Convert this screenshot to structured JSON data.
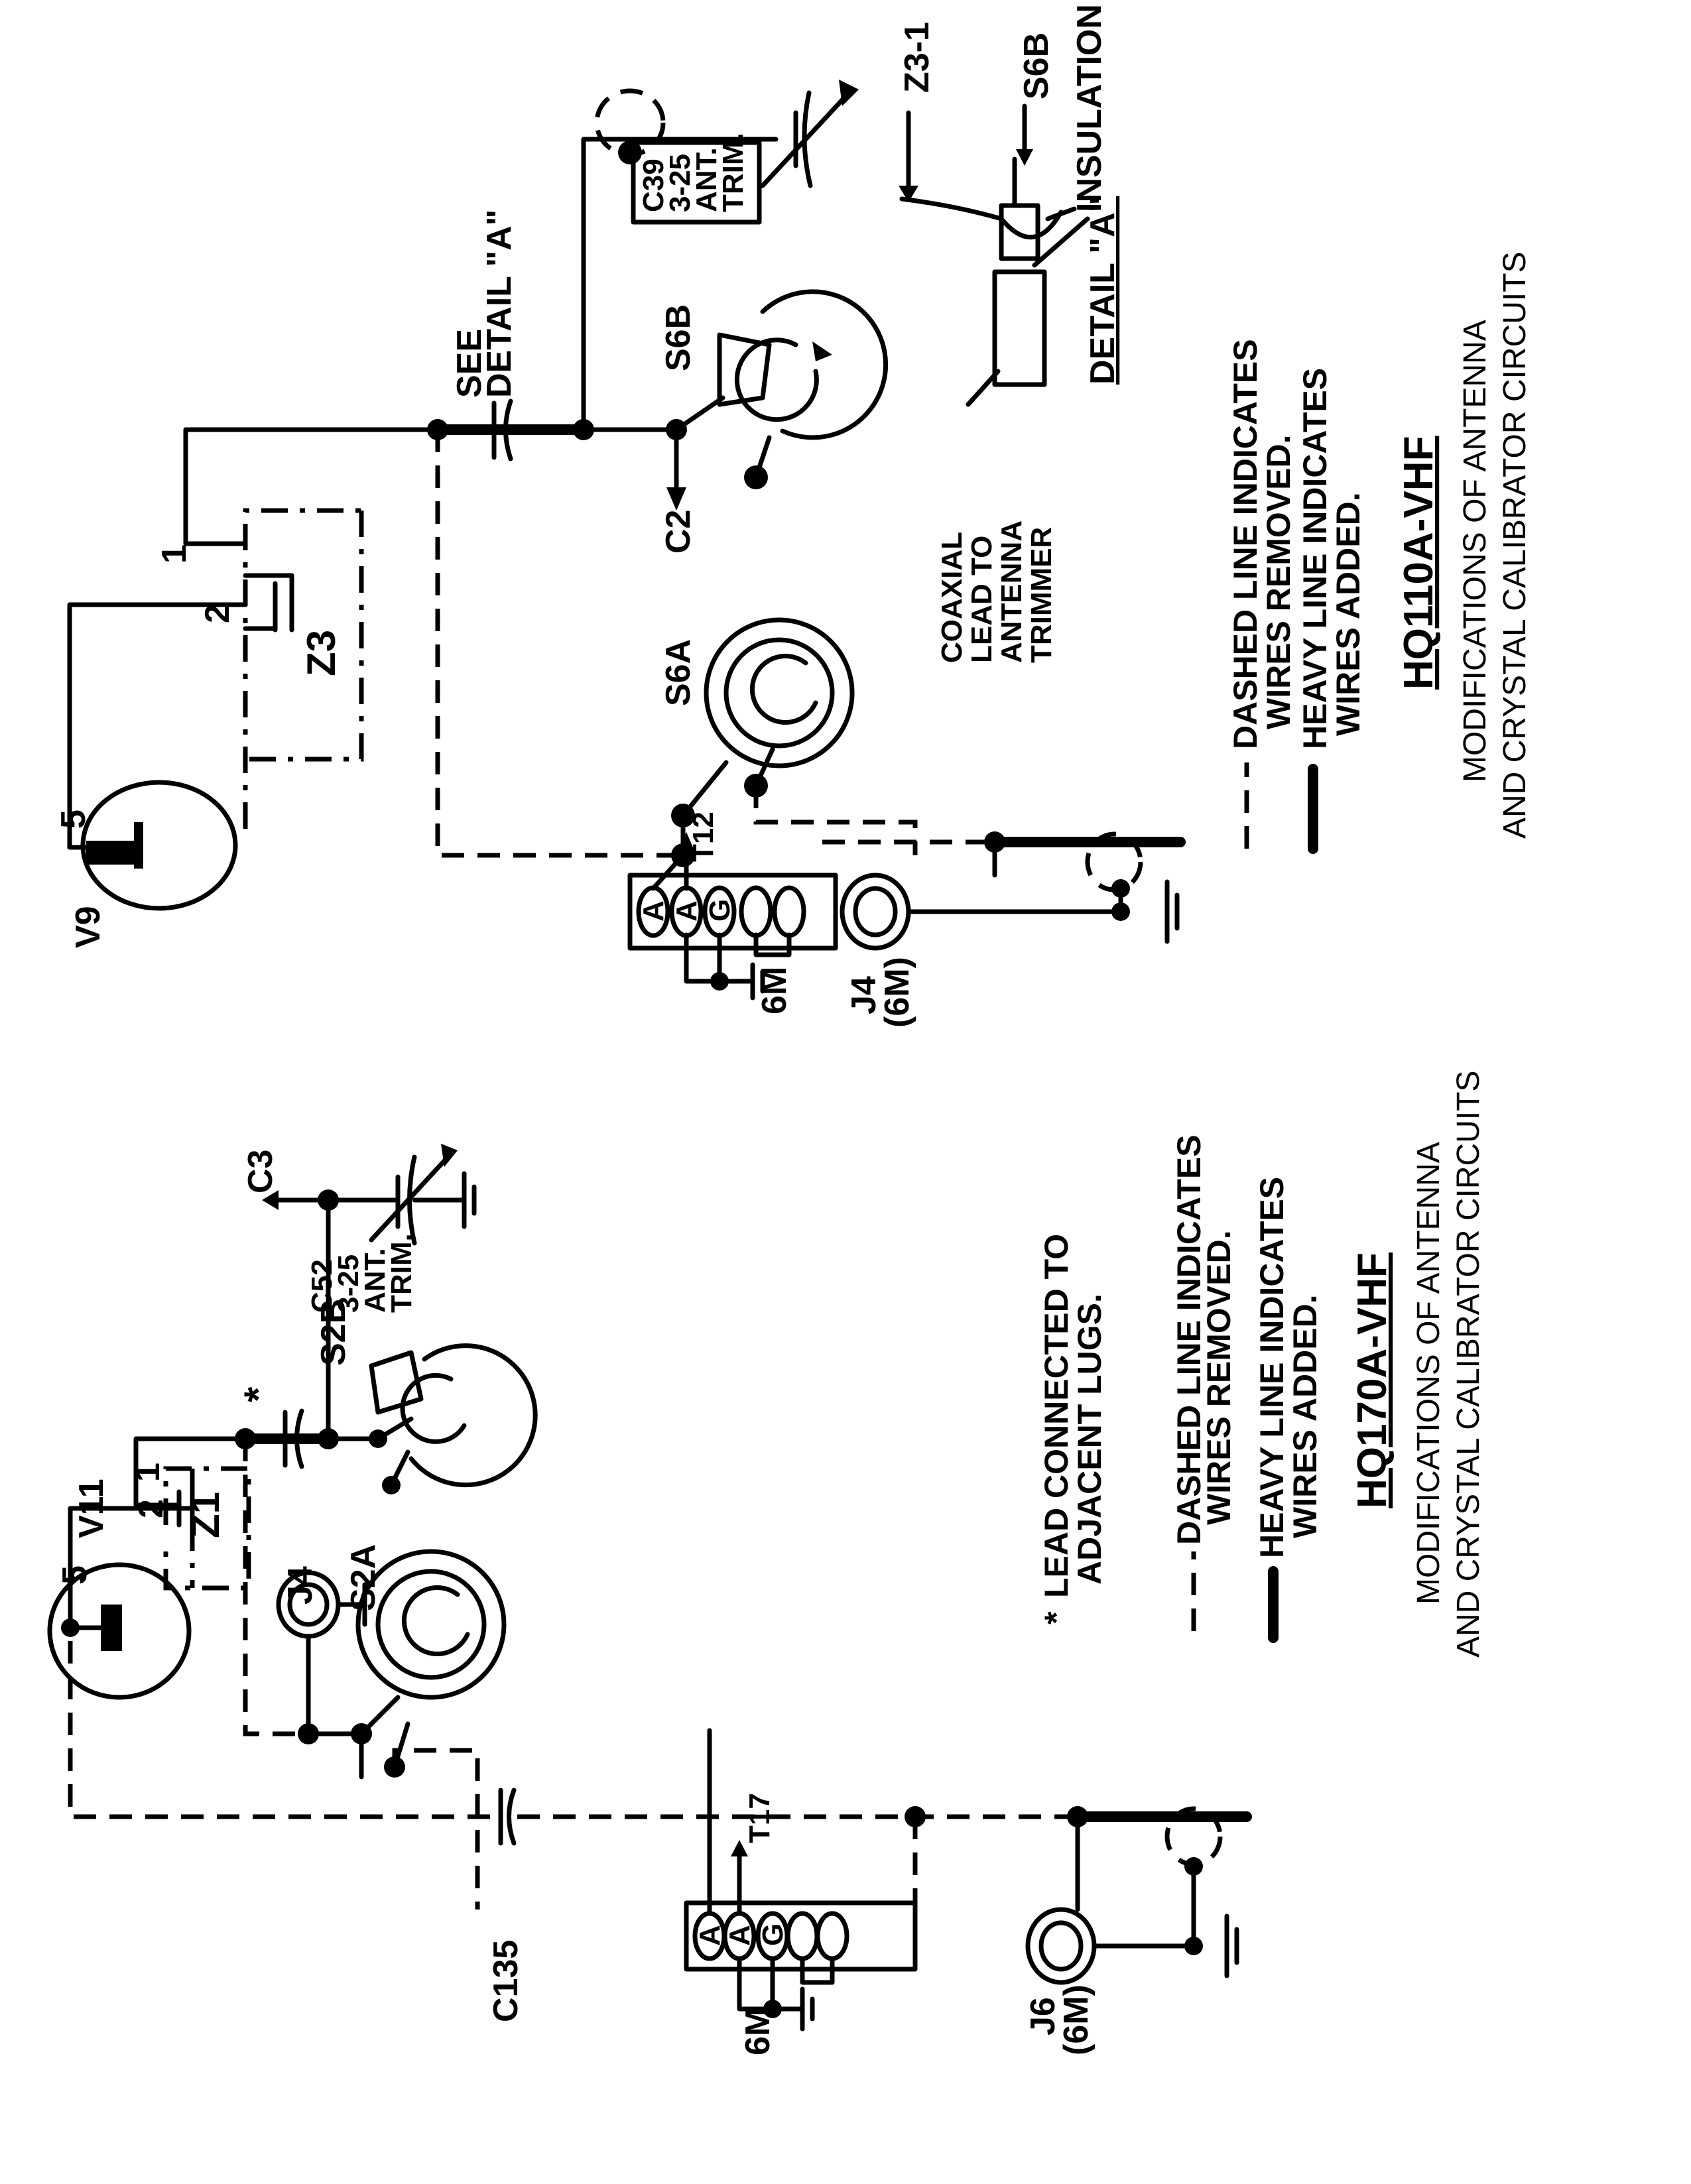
{
  "document": {
    "orientation_note": "rotated 90 degrees counter-clockwise",
    "ink_color": "#000000",
    "paper_color": "#ffffff"
  },
  "hq110a": {
    "title": "HQ110A-VHF",
    "subtitle_1": "MODIFICATIONS OF ANTENNA",
    "subtitle_2": "AND CRYSTAL CALIBRATOR CIRCUITS",
    "legend": {
      "dashed_1": "DASHED LINE INDICATES",
      "dashed_2": "WIRES REMOVED.",
      "heavy_1": "HEAVY LINE INDICATES",
      "heavy_2": "WIRES ADDED."
    },
    "components": {
      "tube": "V9",
      "tube_pin": "5",
      "crystal": "Z3",
      "crystal_pin1": "1",
      "crystal_pin2": "2",
      "see_detail_1": "SEE",
      "see_detail_2": "DETAIL \"A\"",
      "trimmer_1": "C39",
      "trimmer_2": "3-25",
      "trimmer_3": "ANT.",
      "trimmer_4": "TRIM.",
      "switch_b": "S6B",
      "switch_a": "S6A",
      "cap_ref": "C2",
      "terminal": "T12",
      "term_a1": "A",
      "term_a2": "A",
      "term_g": "G",
      "band": "6M",
      "jack_1": "J4",
      "jack_2": "(6M)"
    },
    "detail": {
      "title": "DETAIL \"A\"",
      "z3": "Z3-1",
      "s6b": "S6B",
      "insulation": "INSULATION",
      "coax_1": "COAXIAL",
      "coax_2": "LEAD TO",
      "coax_3": "ANTENNA",
      "coax_4": "TRIMMER"
    }
  },
  "hq170a": {
    "title": "HQ170A-VHF",
    "subtitle_1": "MODIFICATIONS OF ANTENNA",
    "subtitle_2": "AND CRYSTAL CALIBRATOR CIRCUITS",
    "legend": {
      "asterisk": "*",
      "lead_1": "LEAD CONNECTED TO",
      "lead_2": "ADJACENT LUGS.",
      "dashed_1": "DASHED LINE INDICATES",
      "dashed_2": "WIRES REMOVED.",
      "heavy_1": "HEAVY LINE INDICATES",
      "heavy_2": "WIRES ADDED."
    },
    "components": {
      "tube": "V11",
      "tube_pin": "5",
      "crystal": "Z1",
      "crystal_pin1": "1",
      "crystal_pin2": "2",
      "asterisk": "*",
      "cap_ref": "C3",
      "trimmer_1": "C52",
      "trimmer_2": "3-25",
      "trimmer_3": "ANT.",
      "trimmer_4": "TRIM.",
      "switch_b": "S2B",
      "switch_a": "S2A",
      "jack_top": "J4",
      "coupling_cap": "C135",
      "terminal": "T17",
      "term_a1": "A",
      "term_a2": "A",
      "term_g": "G",
      "band": "6M",
      "jack_1": "J6",
      "jack_2": "(6M)"
    }
  }
}
